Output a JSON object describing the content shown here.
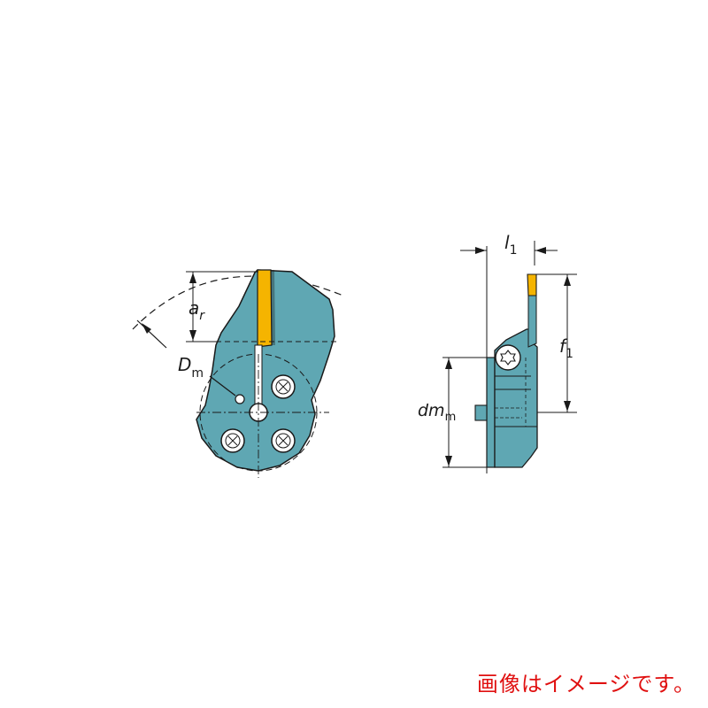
{
  "caption": "画像はイメージです。",
  "labels": {
    "ar": {
      "main": "a",
      "sub": "r"
    },
    "dm_large": {
      "main": "D",
      "sub": "m"
    },
    "l1": {
      "main": "l",
      "sub": "1"
    },
    "f1": {
      "main": "f",
      "sub": "1"
    },
    "dm_small": {
      "main": "dm",
      "sub": "m"
    }
  },
  "colors": {
    "body": "#5fa7b3",
    "insert": "#f5b400",
    "line": "#1a1a1a",
    "caption": "#e01010"
  }
}
